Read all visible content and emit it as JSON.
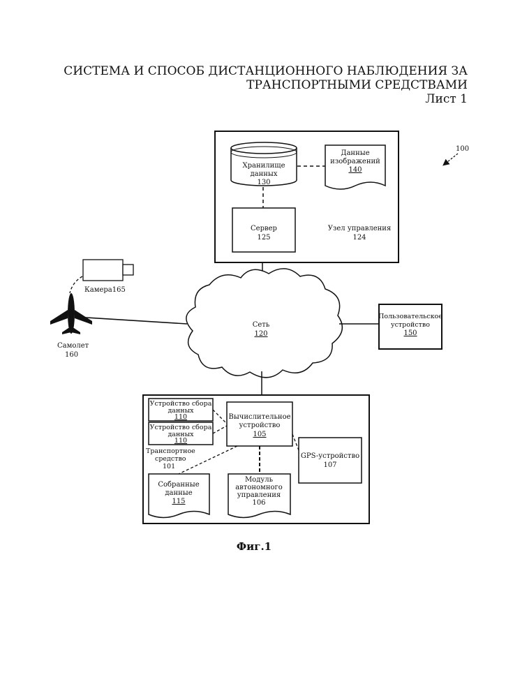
{
  "header": {
    "title_line1": "СИСТЕМА И СПОСОБ ДИСТАНЦИОННОГО НАБЛЮДЕНИЯ ЗА",
    "title_line2": "ТРАНСПОРТНЫМИ СРЕДСТВАМИ",
    "sheet": "Лист 1"
  },
  "figure_ref": "100",
  "control_node": {
    "storage": {
      "line1": "Хранилище",
      "line2": "данных",
      "num": "130"
    },
    "image_data": {
      "line1": "Данные",
      "line2": "изображений",
      "num": "140"
    },
    "server": {
      "line1": "Сервер",
      "num": "125"
    },
    "node": {
      "line1": "Узел управления",
      "num": "124"
    }
  },
  "network": {
    "label": "Сеть",
    "num": "120"
  },
  "camera": {
    "label": "Камера",
    "num": "165"
  },
  "airplane": {
    "label": "Самолет",
    "num": "160"
  },
  "user_device": {
    "line1": "Пользовательское",
    "line2": "устройство",
    "num": "150"
  },
  "vehicle": {
    "collector1": {
      "line1": "Устройство сбора",
      "line2": "данных",
      "num": "110"
    },
    "collector2": {
      "line1": "Устройство сбора",
      "line2": "данных",
      "num": "110"
    },
    "vehicle_label": {
      "line1": "Транспортное",
      "line2": "средство",
      "num": "101"
    },
    "computing": {
      "line1": "Вычислительное",
      "line2": "устройство",
      "num": "105"
    },
    "gps": {
      "line1": "GPS-устройство",
      "num": "107"
    },
    "collected": {
      "line1": "Собранные",
      "line2": "данные",
      "num": "115"
    },
    "autonomous": {
      "line1": "Модуль",
      "line2": "автономного",
      "line3": "управления",
      "num": "106"
    }
  },
  "caption": "Фиг.1"
}
